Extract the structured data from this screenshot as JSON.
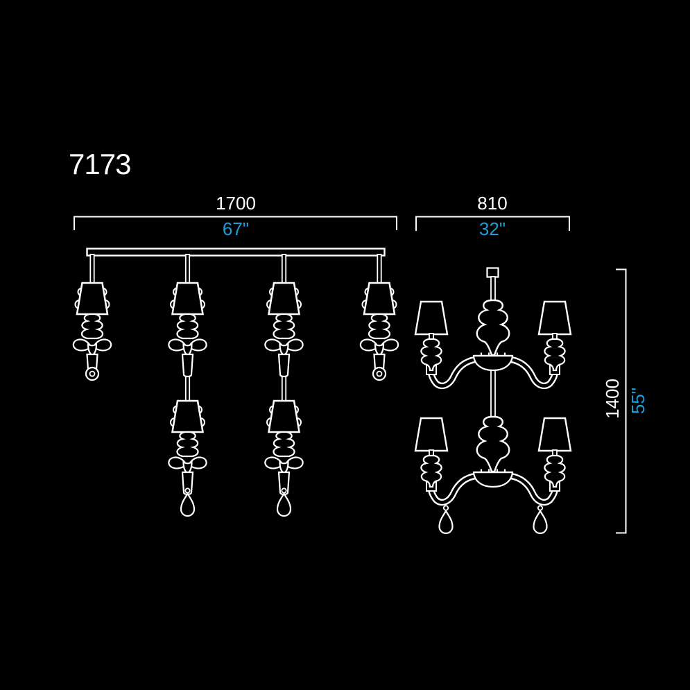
{
  "product_code": "7173",
  "colors": {
    "background": "#000000",
    "line": "#ffffff",
    "imperial_accent": "#1d9ed9"
  },
  "dimensions": {
    "front_width": {
      "metric": "1700",
      "imperial": "67\""
    },
    "side_width": {
      "metric": "810",
      "imperial": "32\""
    },
    "height": {
      "metric": "1400",
      "imperial": "55\""
    }
  }
}
